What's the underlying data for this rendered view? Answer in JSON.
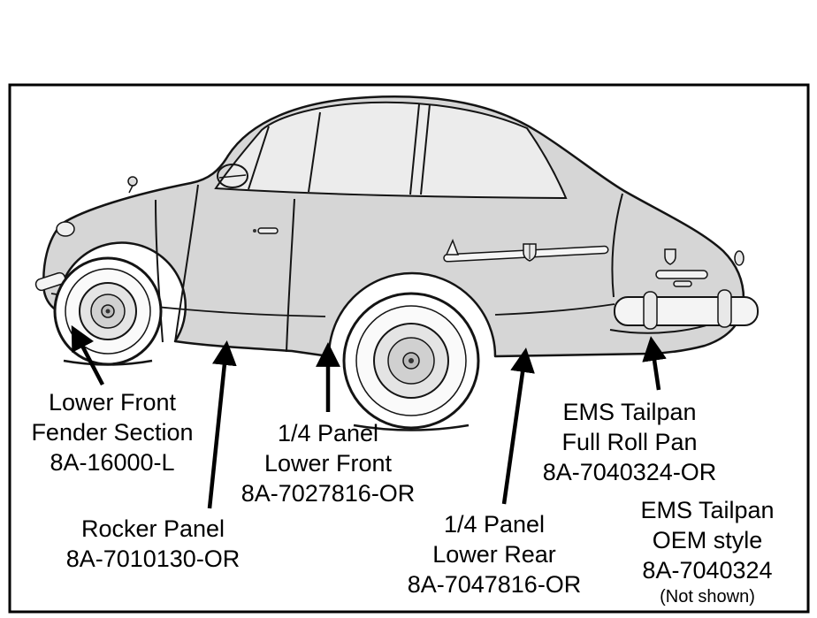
{
  "colors": {
    "outline": "#141414",
    "body_fill": "#d6d6d6",
    "glass_fill": "#ececec",
    "chrome_fill": "#f2f2f2",
    "background": "#ffffff"
  },
  "labels": {
    "fender": {
      "line1": "Lower Front",
      "line2": "Fender Section",
      "part": "8A-16000-L"
    },
    "rocker": {
      "line1": "Rocker Panel",
      "part": "8A-7010130-OR"
    },
    "quarter_front": {
      "line1": "1/4 Panel",
      "line2": "Lower Front",
      "part": "8A-7027816-OR"
    },
    "quarter_rear": {
      "line1": "1/4 Panel",
      "line2": "Lower Rear",
      "part": "8A-7047816-OR"
    },
    "tailpan_roll": {
      "line1": "EMS Tailpan",
      "line2": "Full Roll Pan",
      "part": "8A-7040324-OR"
    },
    "tailpan_oem": {
      "line1": "EMS Tailpan",
      "line2": "OEM style",
      "part": "8A-7040324",
      "note": "(Not shown)"
    }
  }
}
